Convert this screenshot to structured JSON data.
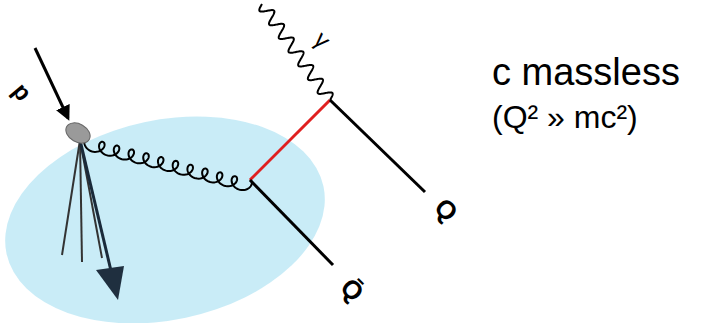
{
  "diagram": {
    "labels": [
      "p",
      "γ",
      "Q",
      "Q̄",
      "c massless",
      "(Q² » mc²)"
    ]
  }
}
